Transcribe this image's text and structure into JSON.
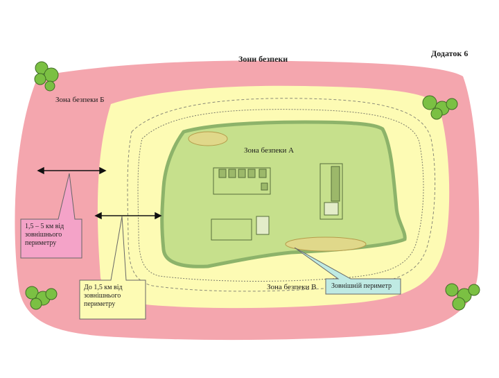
{
  "title": "Зони безпеки",
  "appendix": "Додаток 6",
  "zones": {
    "zone_b_top": "Зона безпеки Б",
    "zone_a": "Зона безпеки А",
    "zone_b_bottom": "Зона безпеки В"
  },
  "callouts": {
    "outer_distance": "1,5 – 5 км від зовнішнього периметру",
    "inner_distance": "До 1,5 км від зовнішнього периметру",
    "outer_perimeter": "Зовнішній периметр"
  },
  "colors": {
    "outer_zone": "#f4a6ae",
    "middle_zone": "#fdfbb4",
    "inner_zone": "#c6e08c",
    "inner_border": "#8db36a",
    "callout_pink": "#f4a3c8",
    "callout_yellow": "#fdfbb4",
    "callout_teal": "#bfeae3",
    "trees": "#7bc043"
  }
}
